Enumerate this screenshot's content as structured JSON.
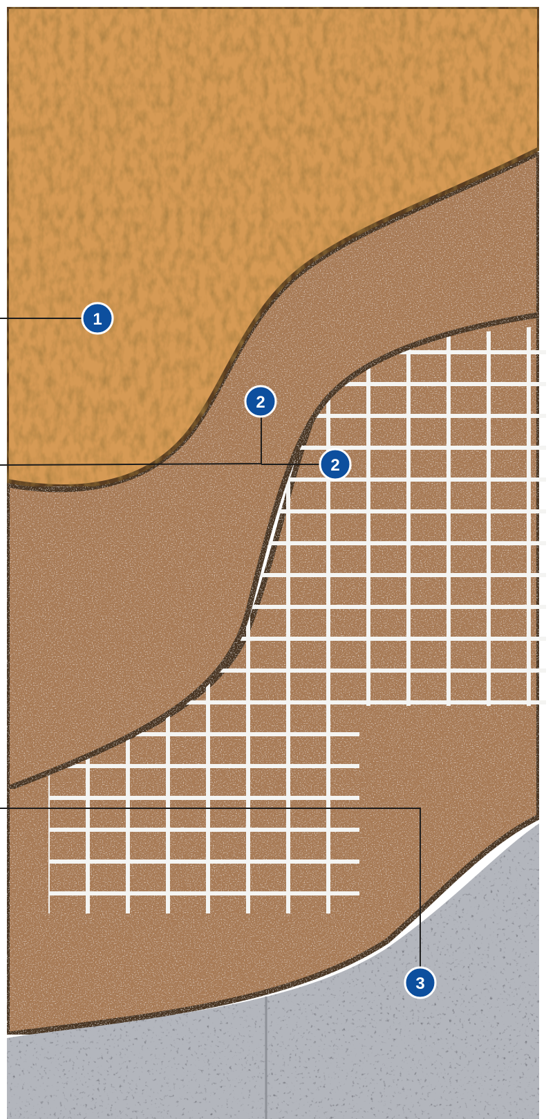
{
  "layers": [
    {
      "id": "textured-render",
      "color": "#d69a55"
    },
    {
      "id": "base-coat",
      "color": "#a77a55"
    },
    {
      "id": "mesh",
      "color": "#ffffff"
    },
    {
      "id": "base-coat-under-mesh",
      "color": "#a77a55"
    },
    {
      "id": "concrete-substrate",
      "color": "#b3b6bd"
    }
  ],
  "markers": [
    {
      "label": "1"
    },
    {
      "label": "2"
    },
    {
      "label": "2"
    },
    {
      "label": "3"
    }
  ],
  "colors": {
    "badge": "#0d4f9e",
    "leader": "#1c1c1c",
    "edge": "#4a3520"
  }
}
